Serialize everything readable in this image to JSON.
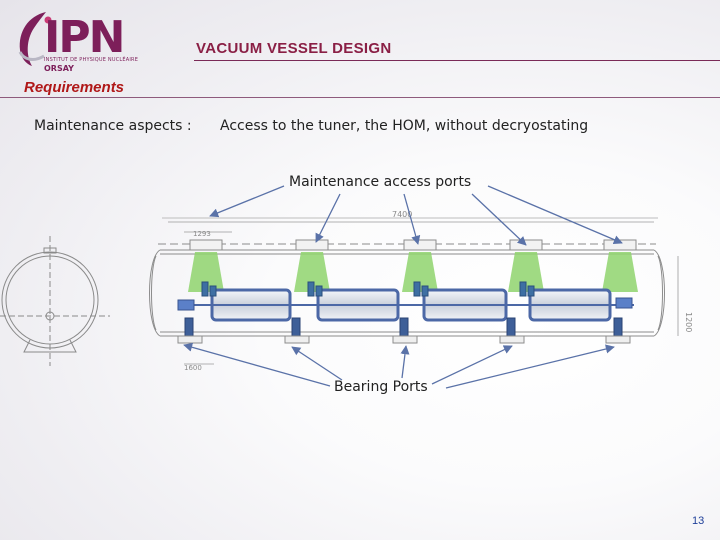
{
  "logo": {
    "text": "IPN",
    "subtitle": "INSTITUT DE PHYSIQUE NUCLÉAIRE",
    "city": "ORSAY"
  },
  "header": {
    "title": "VACUUM VESSEL DESIGN",
    "section": "Requirements"
  },
  "body": {
    "maintenance_label": "Maintenance aspects :",
    "maintenance_text": "Access to the tuner, the HOM, without decryostating",
    "callout_top": "Maintenance access ports",
    "callout_bottom": "Bearing Ports"
  },
  "drawing": {
    "dim_length": "7400",
    "dim_port": "1293",
    "dim_bottom": "1600",
    "dim_height": "1200"
  },
  "footer": {
    "page_number": "13"
  },
  "colors": {
    "accent": "#7d1f5a",
    "section": "#b01818",
    "arrow": "#5a72a8",
    "green": "#8fd36d",
    "cavity": "#4c68a6"
  }
}
